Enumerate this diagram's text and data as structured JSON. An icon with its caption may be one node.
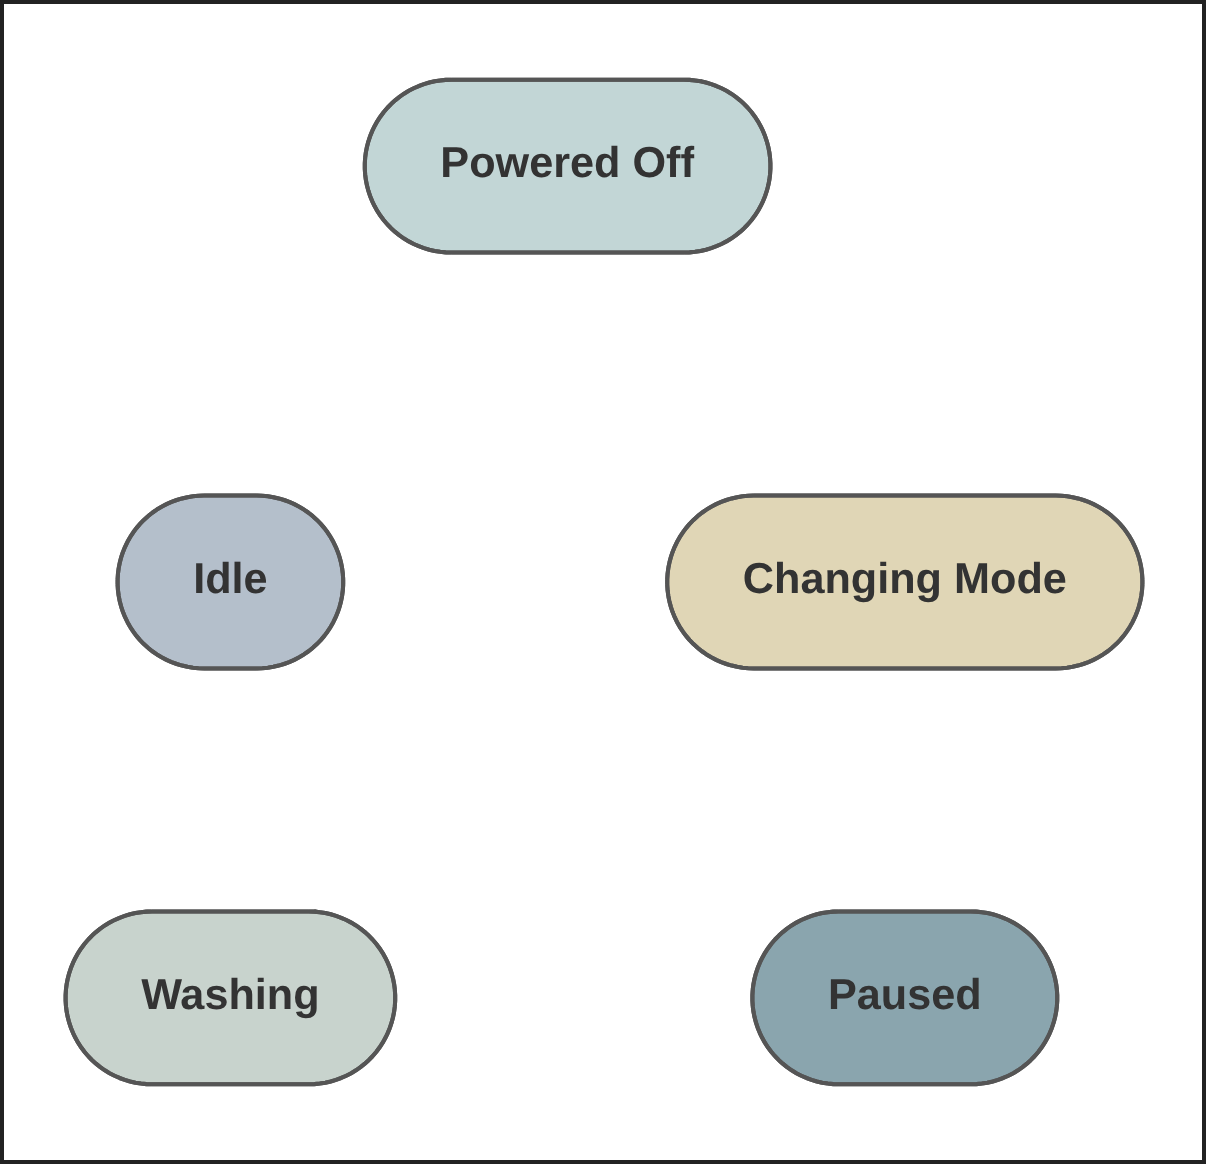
{
  "diagram": {
    "nodes": [
      {
        "text": [
          "Powered Off"
        ]
      },
      {
        "text": [
          "Idle"
        ]
      },
      {
        "text": [
          "Changing Mode"
        ]
      },
      {
        "text": [
          "Washing"
        ]
      },
      {
        "text": [
          "Paused"
        ]
      }
    ],
    "edges": []
  }
}
